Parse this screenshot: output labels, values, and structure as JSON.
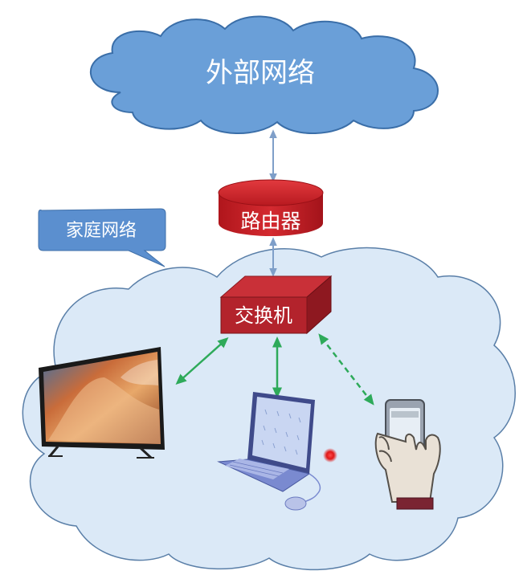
{
  "external_network": {
    "label": "外部网络"
  },
  "router": {
    "label": "路由器"
  },
  "home_network_callout": {
    "label": "家庭网络"
  },
  "switch": {
    "label": "交换机"
  },
  "devices": {
    "tv": "tv-icon",
    "laptop": "laptop-icon",
    "phone": "smartphone-in-hand-icon",
    "mouse": "mouse-icon"
  },
  "colors": {
    "cloud_outer": "#6a9fd8",
    "cloud_outer_stroke": "#3a6ea8",
    "router_red": "#c81e23",
    "switch_red": "#b3232c",
    "home_cloud": "#dbe9f7",
    "home_cloud_stroke": "#5a7fa8",
    "callout": "#5b8fcf",
    "link_green": "#2eaa5a",
    "link_blue": "#7f9fc9"
  }
}
